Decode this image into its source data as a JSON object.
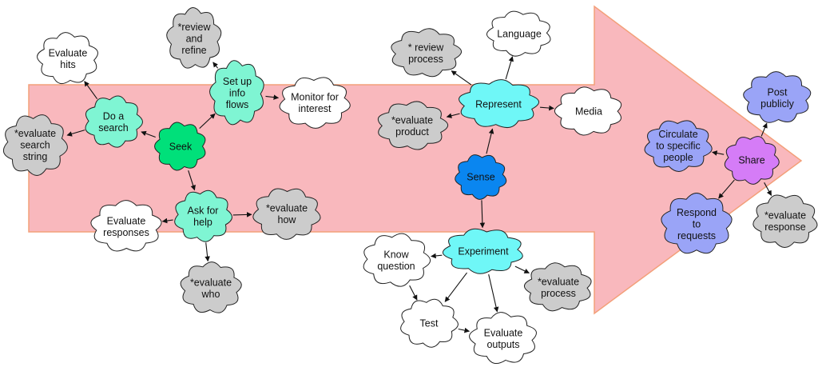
{
  "colors": {
    "arrow_fill": "#f9b8bd",
    "arrow_stroke": "#f3a07a",
    "seek": "#00e07a",
    "seek_children": "#7ff5d3",
    "sense": "#0a86f0",
    "sense_children": "#6ff7f7",
    "share": "#d57cf7",
    "share_children": "#9aa4f7",
    "eval_gray": "#cccccc",
    "plain": "#ffffff"
  },
  "nodes": [
    {
      "id": "seek",
      "lines": [
        "Seek"
      ],
      "color": "seek"
    },
    {
      "id": "do_search",
      "lines": [
        "Do a",
        "search"
      ],
      "color": "seek_children"
    },
    {
      "id": "setup_flows",
      "lines": [
        "Set up",
        "info",
        "flows"
      ],
      "color": "seek_children"
    },
    {
      "id": "ask_help",
      "lines": [
        "Ask for",
        "help"
      ],
      "color": "seek_children"
    },
    {
      "id": "evaluate_hits",
      "lines": [
        "Evaluate",
        "hits"
      ],
      "color": "plain"
    },
    {
      "id": "eval_search_string",
      "lines": [
        "*evaluate",
        "search",
        "string"
      ],
      "color": "eval_gray"
    },
    {
      "id": "review_refine",
      "lines": [
        "*review",
        "and",
        "refine"
      ],
      "color": "eval_gray"
    },
    {
      "id": "monitor_interest",
      "lines": [
        "Monitor for",
        "interest"
      ],
      "color": "plain"
    },
    {
      "id": "evaluate_responses",
      "lines": [
        "Evaluate",
        "responses"
      ],
      "color": "plain"
    },
    {
      "id": "eval_how",
      "lines": [
        "*evaluate",
        "how"
      ],
      "color": "eval_gray"
    },
    {
      "id": "eval_who",
      "lines": [
        "*evaluate",
        "who"
      ],
      "color": "eval_gray"
    },
    {
      "id": "sense",
      "lines": [
        "Sense"
      ],
      "color": "sense"
    },
    {
      "id": "represent",
      "lines": [
        "Represent"
      ],
      "color": "sense_children"
    },
    {
      "id": "experiment",
      "lines": [
        "Experiment"
      ],
      "color": "sense_children"
    },
    {
      "id": "review_process",
      "lines": [
        "* review",
        "process"
      ],
      "color": "eval_gray"
    },
    {
      "id": "language",
      "lines": [
        "Language"
      ],
      "color": "plain"
    },
    {
      "id": "eval_product",
      "lines": [
        "*evaluate",
        "product"
      ],
      "color": "eval_gray"
    },
    {
      "id": "media",
      "lines": [
        "Media"
      ],
      "color": "plain"
    },
    {
      "id": "know_question",
      "lines": [
        "Know",
        "question"
      ],
      "color": "plain"
    },
    {
      "id": "eval_process",
      "lines": [
        "*evaluate",
        "process"
      ],
      "color": "eval_gray"
    },
    {
      "id": "test",
      "lines": [
        "Test"
      ],
      "color": "plain"
    },
    {
      "id": "evaluate_outputs",
      "lines": [
        "Evaluate",
        "outputs"
      ],
      "color": "plain"
    },
    {
      "id": "share",
      "lines": [
        "Share"
      ],
      "color": "share"
    },
    {
      "id": "post_publicly",
      "lines": [
        "Post",
        "publicly"
      ],
      "color": "share_children"
    },
    {
      "id": "circulate",
      "lines": [
        "Circulate",
        "to specific",
        "people"
      ],
      "color": "share_children"
    },
    {
      "id": "respond_requests",
      "lines": [
        "Respond",
        "to",
        "requests"
      ],
      "color": "share_children"
    },
    {
      "id": "eval_response",
      "lines": [
        "*evaluate",
        "response"
      ],
      "color": "eval_gray"
    }
  ],
  "edges": [
    [
      "seek",
      "do_search"
    ],
    [
      "seek",
      "setup_flows"
    ],
    [
      "seek",
      "ask_help"
    ],
    [
      "do_search",
      "evaluate_hits"
    ],
    [
      "do_search",
      "eval_search_string"
    ],
    [
      "setup_flows",
      "review_refine"
    ],
    [
      "setup_flows",
      "monitor_interest"
    ],
    [
      "ask_help",
      "evaluate_responses"
    ],
    [
      "ask_help",
      "eval_how"
    ],
    [
      "ask_help",
      "eval_who"
    ],
    [
      "sense",
      "represent"
    ],
    [
      "sense",
      "experiment"
    ],
    [
      "represent",
      "review_process"
    ],
    [
      "represent",
      "language"
    ],
    [
      "represent",
      "eval_product"
    ],
    [
      "represent",
      "media"
    ],
    [
      "experiment",
      "know_question"
    ],
    [
      "experiment",
      "eval_process"
    ],
    [
      "experiment",
      "test"
    ],
    [
      "experiment",
      "evaluate_outputs"
    ],
    [
      "know_question",
      "test"
    ],
    [
      "test",
      "evaluate_outputs"
    ],
    [
      "share",
      "post_publicly"
    ],
    [
      "share",
      "circulate"
    ],
    [
      "share",
      "respond_requests"
    ],
    [
      "share",
      "eval_response"
    ]
  ]
}
